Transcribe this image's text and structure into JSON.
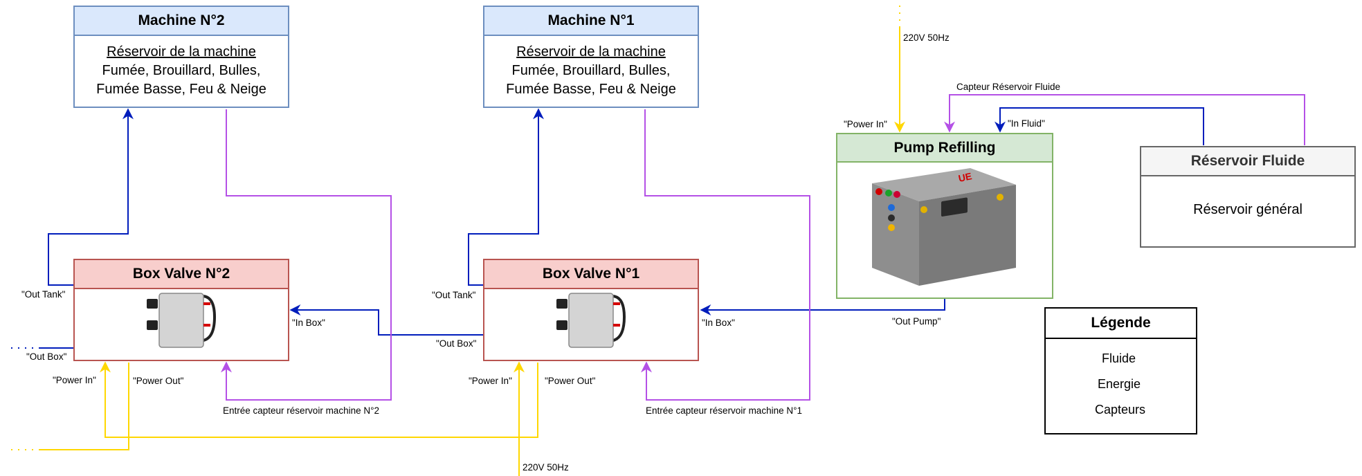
{
  "machines": [
    {
      "title": "Machine N°2",
      "reservoir": "Réservoir de la machine",
      "line1": "Fumée, Brouillard, Bulles,",
      "line2": "Fumée Basse, Feu & Neige"
    },
    {
      "title": "Machine N°1",
      "reservoir": "Réservoir de la machine",
      "line1": "Fumée, Brouillard, Bulles,",
      "line2": "Fumée Basse, Feu & Neige"
    }
  ],
  "valves": [
    {
      "title": "Box Valve N°2"
    },
    {
      "title": "Box Valve N°1"
    }
  ],
  "pump": {
    "title": "Pump Refilling"
  },
  "reservoir": {
    "title": "Réservoir Fluide",
    "body": "Réservoir général"
  },
  "legend": {
    "title": "Légende",
    "items": [
      {
        "label": "Fluide",
        "color": "#001DBC"
      },
      {
        "label": "Energie",
        "color": "#FFD700"
      },
      {
        "label": "Capteurs",
        "color": "#B450E6"
      }
    ]
  },
  "labels": {
    "out_tank": "\"Out Tank\"",
    "out_box": "\"Out Box\"",
    "in_box": "\"In Box\"",
    "power_in": "\"Power In\"",
    "power_out": "\"Power Out\"",
    "sensor_machine2": "Entrée capteur réservoir machine N°2",
    "sensor_machine1": "Entrée capteur réservoir machine N°1",
    "mains": "220V 50Hz",
    "out_pump": "\"Out Pump\"",
    "in_fluid": "\"In Fluid\"",
    "sensor_fluid": "Capteur Réservoir Fluide"
  },
  "colors": {
    "fluid": "#001DBC",
    "energy": "#FFD700",
    "sensor": "#B450E6"
  }
}
